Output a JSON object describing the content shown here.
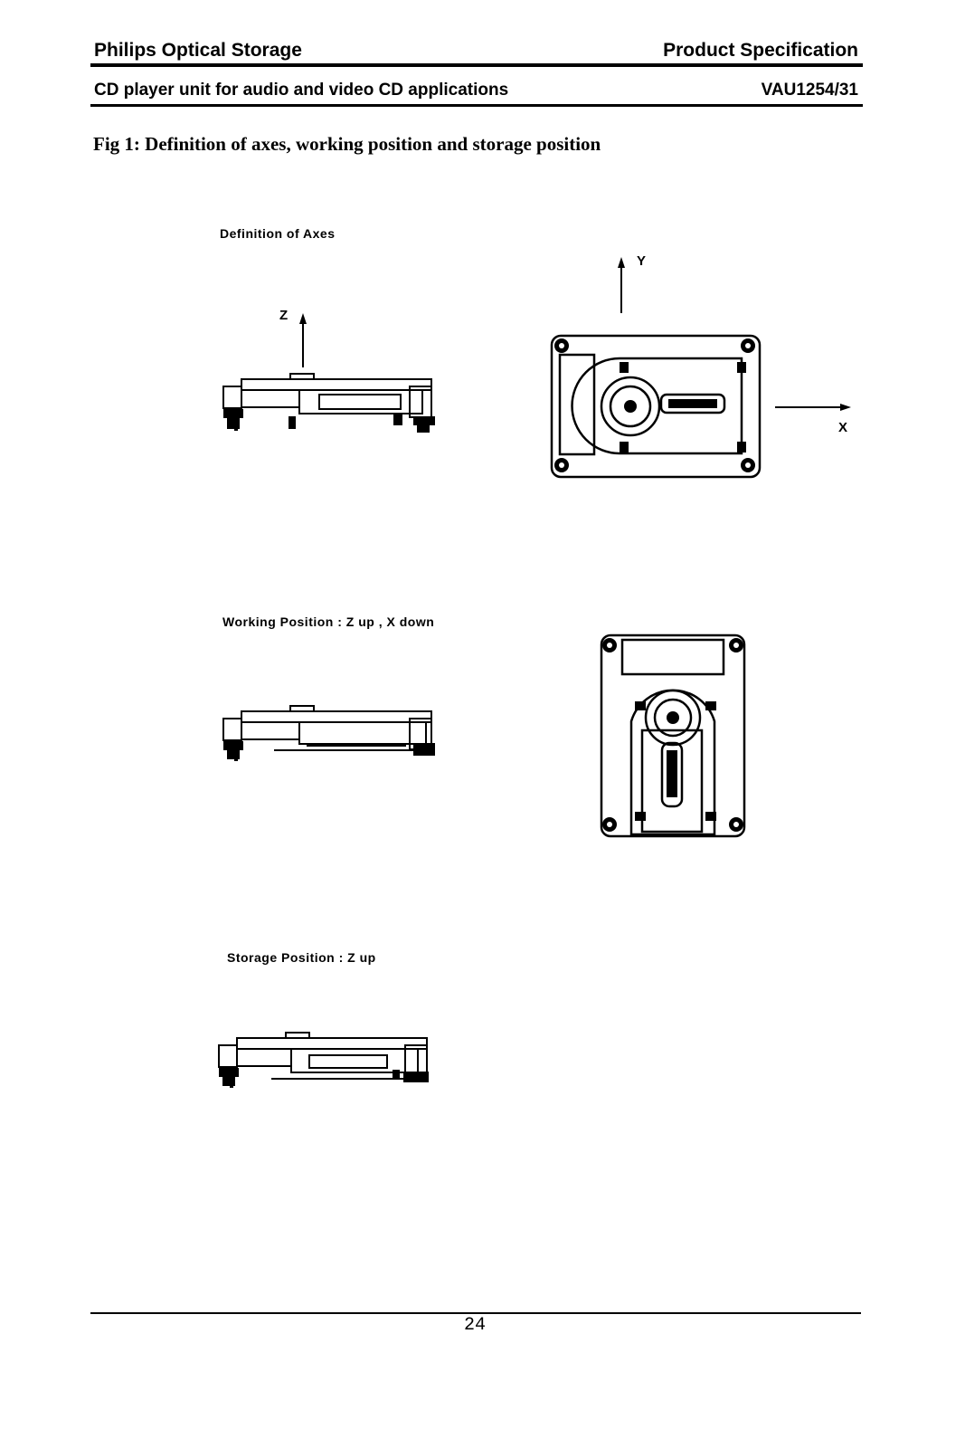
{
  "header": {
    "company": "Philips Optical Storage",
    "doc_type": "Product Specification",
    "product_desc": "CD player unit for audio and video CD applications",
    "product_code": "VAU1254/31"
  },
  "figure": {
    "caption": "Fig 1: Definition of axes, working position and storage position",
    "sections": {
      "axes_title": "Definition of Axes",
      "working_title": "Working Position : Z up , X down",
      "storage_title": "Storage Position : Z up"
    },
    "axis_labels": {
      "z": "Z",
      "y": "Y",
      "x": "X"
    }
  },
  "footer": {
    "page_number": "24"
  }
}
